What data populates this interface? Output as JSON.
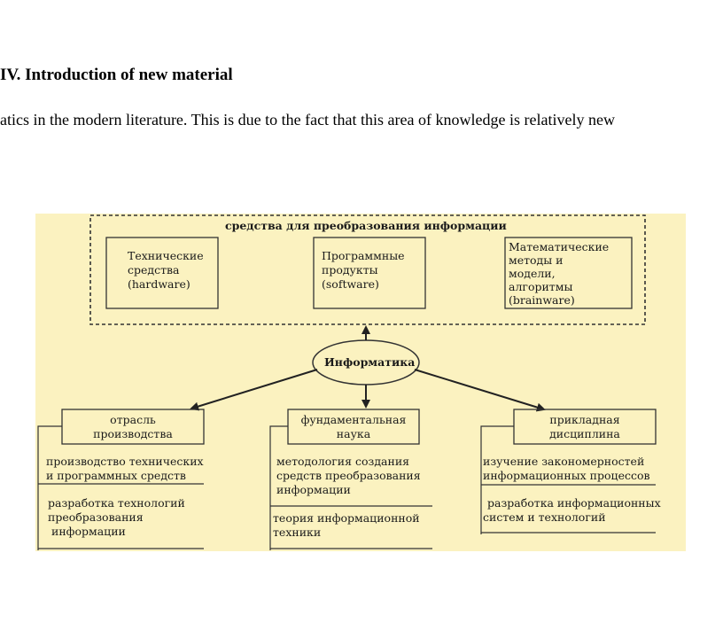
{
  "heading": "IV. Introduction of new material",
  "paragraph": "atics in the modern literature. This is due to the fact that this area of  knowledge is relatively new",
  "diagram": {
    "top_group_title": "средства для преобразования информации",
    "hardware": [
      "Технические",
      "средства",
      "(hardware)"
    ],
    "software": [
      "Программные",
      "продукты",
      "(software)"
    ],
    "brainware": [
      "Математические",
      "методы и",
      "модели,",
      "алгоритмы",
      "(brainware)"
    ],
    "center": "Информатика",
    "branch_left": [
      "отрасль",
      "производства"
    ],
    "branch_mid": [
      "фундаментальная",
      "наука"
    ],
    "branch_right": [
      "прикладная",
      "дисциплина"
    ],
    "left_items": [
      [
        "производство технических",
        "и программных средств"
      ],
      [
        "разработка технологий",
        "преобразования",
        "информации"
      ]
    ],
    "mid_items": [
      [
        "методология создания",
        "средств преобразования",
        "информации"
      ],
      [
        "теория информационной",
        "техники"
      ]
    ],
    "right_items": [
      [
        "изучение  закономерностей",
        "информационных процессов"
      ],
      [
        "разработка информационных",
        "систем и технологий"
      ]
    ]
  }
}
